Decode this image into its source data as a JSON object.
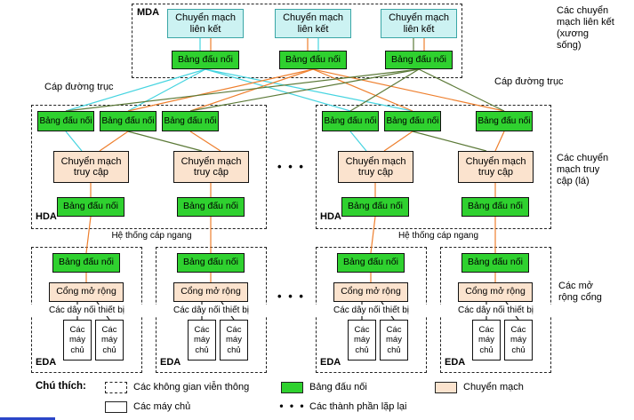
{
  "areas": {
    "mda": "MDA",
    "hda": "HDA",
    "eda": "EDA"
  },
  "labels": {
    "interconnect_switch": "Chuyển mạch liên kết",
    "patch_panel": "Bảng đấu nối",
    "access_switch": "Chuyển mạch truy cập",
    "expansion_port": "Cổng mở rộng",
    "equipment_cords": "Các dây nối thiết bị",
    "server": "Các máy chủ",
    "backbone_cable": "Cáp đường trục",
    "horizontal_cabling": "Hệ thống cáp ngang",
    "ellipsis": "• • •"
  },
  "annotations": {
    "interconnect": "Các chuyển mạch liên kết (xương sống)",
    "access": "Các chuyển mạch truy cập (lá)",
    "expansion": "Các mở rộng cổng"
  },
  "legend": {
    "title": "Chú thích:",
    "telecom_spaces": "Các không gian viễn thông",
    "patch_panel": "Bảng đấu nối",
    "switch": "Chuyển mạch",
    "servers": "Các máy chủ",
    "repeated": "Các thành phần lặp lại"
  },
  "colors": {
    "switch-fill": "#ccf2f2",
    "switch-border": "#3aa6a6",
    "panel-fill": "#2fd12f",
    "access-fill": "#fbe3ce",
    "server-fill": "#ffffff",
    "line-cyan": "#45d4e0",
    "line-orange": "#ee7f2d",
    "line-green": "#5c7a38",
    "line-dark": "#222222",
    "underline-blue": "#2b46c8"
  }
}
